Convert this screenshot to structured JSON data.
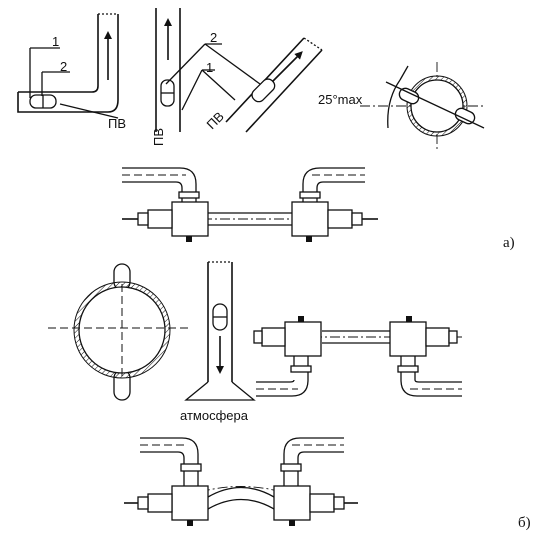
{
  "labels": {
    "callout_1": "1",
    "callout_2": "2",
    "flow_abbrev": "ПВ",
    "angle": "25°max",
    "atmosphere": "атмосфера",
    "variant_a": "а)",
    "variant_b": "б)"
  }
}
